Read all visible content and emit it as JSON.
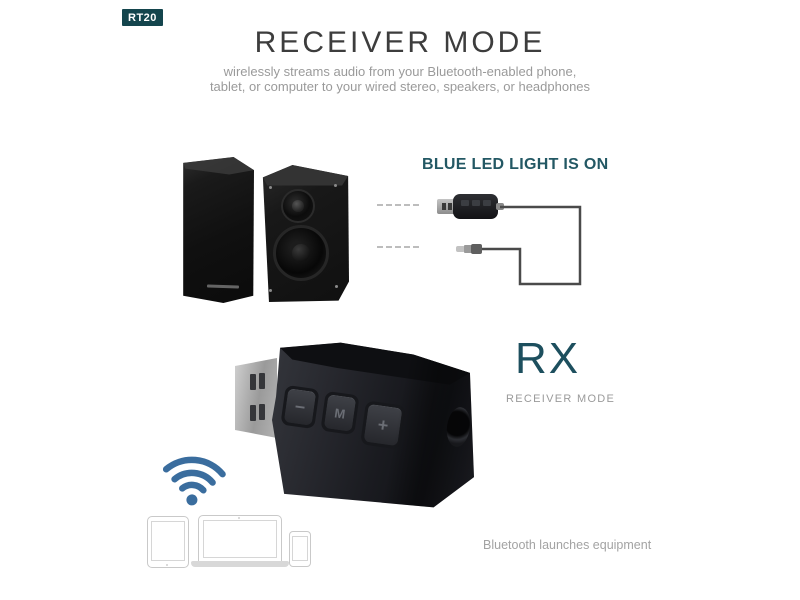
{
  "badge": {
    "label": "RT20"
  },
  "header": {
    "title": "RECEIVER MODE",
    "subtitle_line1": "wirelessly streams audio from your Bluetooth-enabled phone,",
    "subtitle_line2": "tablet, or computer to your wired stereo, speakers, or headphones"
  },
  "led_annotation": {
    "label": "BLUE LED LIGHT IS ON"
  },
  "rx_annotation": {
    "abbr": "RX",
    "label": "RECEIVER MODE"
  },
  "bottom_caption": {
    "label": "Bluetooth launches equipment"
  },
  "device": {
    "model": "RT20",
    "buttons": [
      {
        "name": "volume-down",
        "symbol": "−"
      },
      {
        "name": "mode",
        "symbol": "M"
      },
      {
        "name": "volume-up",
        "symbol": "+"
      }
    ]
  },
  "icons": {
    "wifi": "wifi-signal-icon",
    "usb_dongle": "usb-dongle-icon",
    "aux_jack": "aux-jack-plug-icon",
    "tablet": "tablet-outline-icon",
    "laptop": "laptop-outline-icon",
    "phone": "phone-outline-icon"
  },
  "colors": {
    "accent_teal": "#1d4f5e",
    "led_color": "#235864",
    "badge_bg": "#14454d",
    "title_color": "#3d3d3d",
    "subtitle_color": "#9a9a9a",
    "wifi_blue": "#3a6d9e",
    "cable_gray": "#4a4a4a",
    "outline_gray": "#c9c9c9",
    "caption_gray": "#a3a3a3"
  }
}
